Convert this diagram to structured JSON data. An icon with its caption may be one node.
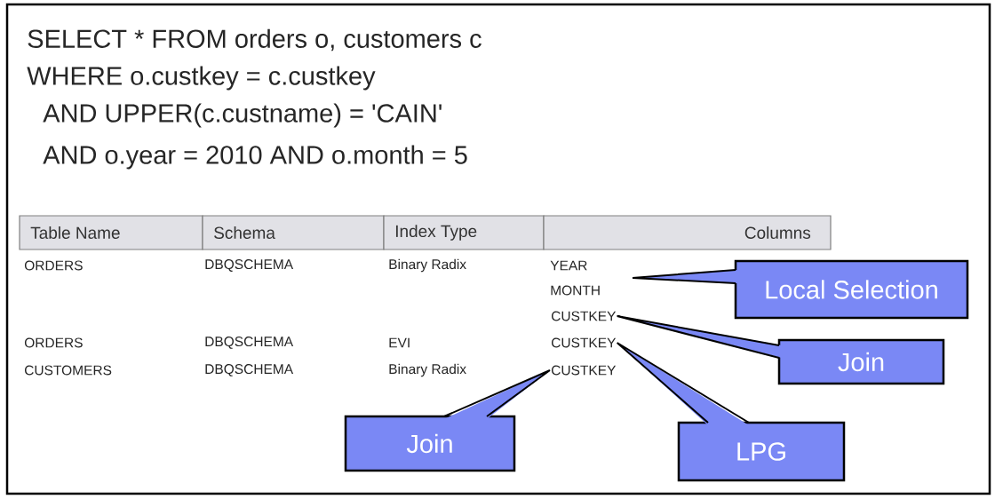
{
  "diagram": {
    "nodes": [
      {
        "text": [
          "Local Selection"
        ]
      },
      {
        "text": [
          "CUSTKEY"
        ]
      },
      {
        "text": [
          "Join"
        ]
      },
      {
        "text": [
          "CUSTKEY"
        ]
      },
      {
        "text": [
          "CUSTKEY"
        ]
      },
      {
        "text": [
          "Join"
        ]
      },
      {
        "text": [
          "LPG"
        ]
      }
    ],
    "edges": [
      {
        "from": 0,
        "to": null,
        "arrow": "none"
      },
      {
        "from": 2,
        "to": 1,
        "arrow": "none"
      },
      {
        "from": 6,
        "to": 3,
        "arrow": "none"
      },
      {
        "from": 5,
        "to": 4,
        "arrow": "none"
      }
    ],
    "labels": [
      "SELECT * FROM orders o, customers c",
      "WHERE o.custkey = c.custkey",
      "AND UPPER(c.custname) = 'CAIN'",
      "AND o.year = 2010 AND o.month = 5",
      "Table Name",
      "Schema",
      "Index Type",
      "Columns",
      "ORDERS",
      "DBQSCHEMA",
      "Binary Radix",
      "YEAR",
      "MONTH",
      "ORDERS",
      "DBQSCHEMA",
      "EVI",
      "CUSTOMERS",
      "DBQSCHEMA",
      "Binary Radix"
    ]
  }
}
